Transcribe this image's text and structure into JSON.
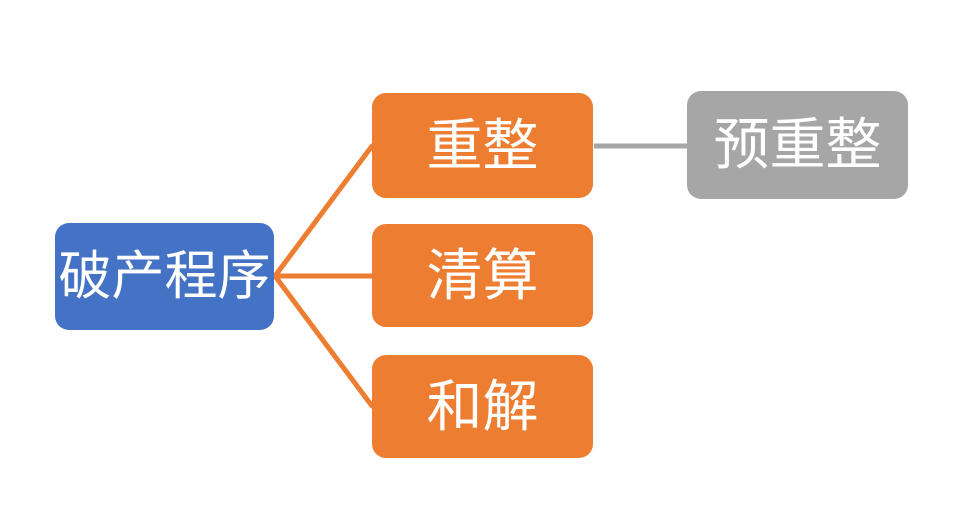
{
  "colors": {
    "background": "#FFFFFF",
    "root_fill": "#4472C4",
    "child_fill": "#ED7D31",
    "sub_fill": "#A6A6A6",
    "text": "#FFFFFF",
    "connector_primary": "#ED7D31",
    "connector_secondary": "#A6A6A6"
  },
  "nodes": {
    "root": {
      "label": "破产程序"
    },
    "children": [
      {
        "label": "重整"
      },
      {
        "label": "清算"
      },
      {
        "label": "和解"
      }
    ],
    "sub": {
      "label": "预重整"
    }
  }
}
